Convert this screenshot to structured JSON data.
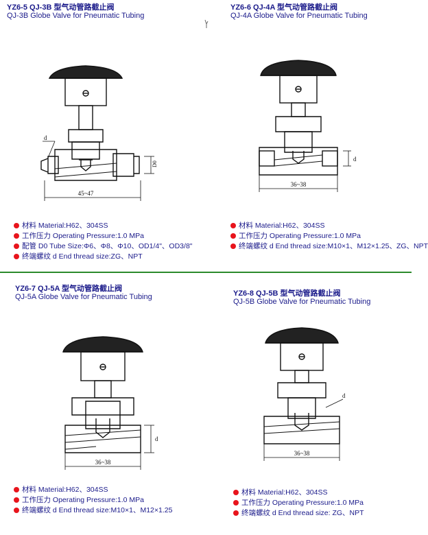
{
  "panels": [
    {
      "code": "YZ6-5 QJ-3B 型气动管路截止阀",
      "subtitle": "QJ-3B Globe Valve for Pneumatic Tubing",
      "dims": {
        "width": "45~47",
        "d": "d",
        "D0": "D0"
      },
      "specs": [
        "材料 Material:H62、304SS",
        "工作压力 Operating Pressure:1.0 MPa",
        "配管 D0 Tube Size:Φ6、Φ8、Φ10、OD1/4\"、OD3/8\"",
        "终端螺纹 d End thread size:ZG、NPT"
      ]
    },
    {
      "code": "YZ6-6 QJ-4A 型气动管路截止阀",
      "subtitle": "QJ-4A Globe Valve for Pneumatic Tubing",
      "dims": {
        "width": "36~38",
        "d": "d"
      },
      "specs": [
        "材料 Material:H62、304SS",
        "工作压力 Operating Pressure:1.0 MPa",
        "终端螺纹 d End thread size:M10×1、M12×1.25、ZG、NPT"
      ]
    },
    {
      "code": "YZ6-7 QJ-5A 型气动管路截止阀",
      "subtitle": "QJ-5A Globe Valve for Pneumatic Tubing",
      "dims": {
        "width": "36~38",
        "d": "d"
      },
      "specs": [
        "材料 Material:H62、304SS",
        "工作压力 Operating Pressure:1.0 MPa",
        "终端螺纹 d End thread size:M10×1、M12×1.25"
      ]
    },
    {
      "code": "YZ6-8 QJ-5B 型气动管路截止阀",
      "subtitle": "QJ-5B Globe Valve for Pneumatic Tubing",
      "dims": {
        "width": "36~38",
        "d": "d"
      },
      "specs": [
        "材料 Material:H62、304SS",
        "工作压力 Operating Pressure:1.0 MPa",
        "终端螺纹 d End thread size: ZG、NPT"
      ]
    }
  ],
  "colors": {
    "text": "#1a1a8a",
    "bullet": "#e8141c",
    "divider": "#2a8a2a"
  }
}
